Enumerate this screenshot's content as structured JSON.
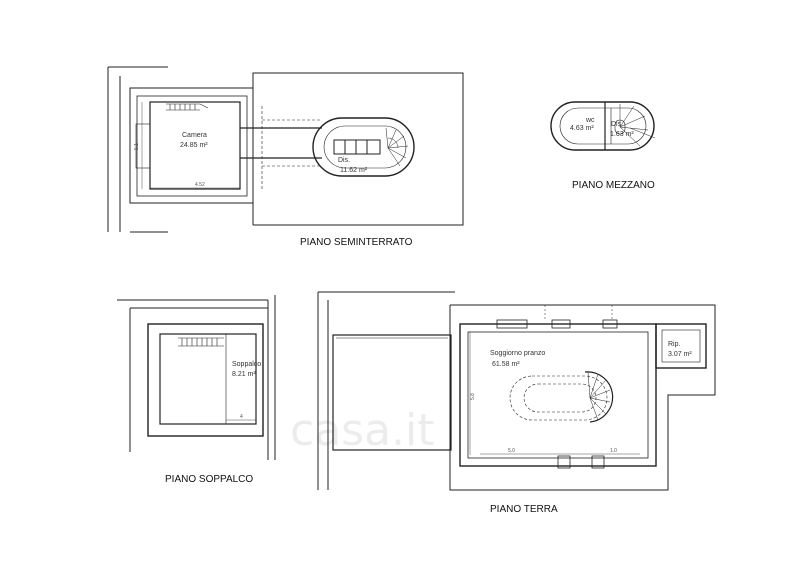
{
  "watermark": "casa.it",
  "floors": {
    "seminterrato": {
      "title": "PIANO SEMINTERRATO",
      "rooms": [
        {
          "name": "Camera",
          "area": "24.85 m²"
        },
        {
          "name": "Dis.",
          "area": "11.62 m²"
        }
      ],
      "dims": [
        "5.1",
        "4.52"
      ]
    },
    "mezzano": {
      "title": "PIANO MEZZANO",
      "rooms": [
        {
          "name": "wc",
          "area": "4.63 m²"
        },
        {
          "name": "Dis.",
          "area": "1.63 m²"
        }
      ]
    },
    "soppalco": {
      "title": "PIANO SOPPALCO",
      "rooms": [
        {
          "name": "Soppalco",
          "area": "8.21 m²"
        }
      ],
      "dims": [
        "4"
      ]
    },
    "terra": {
      "title": "PIANO TERRA",
      "rooms": [
        {
          "name": "Soggiorno pranzo",
          "area": "61.58 m²"
        },
        {
          "name": "Rip.",
          "area": "3.07 m²"
        }
      ],
      "dims": [
        "5.8",
        "5.0",
        "1.0"
      ]
    }
  }
}
